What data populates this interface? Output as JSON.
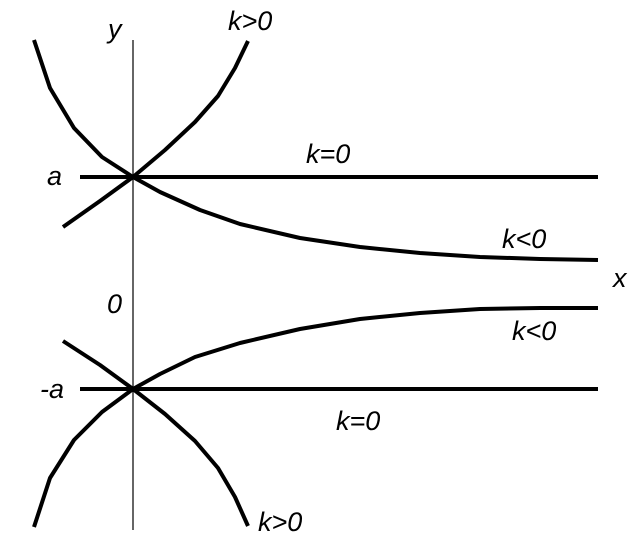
{
  "diagram": {
    "axes": {
      "x_label": "x",
      "y_label": "y",
      "origin_label": "0"
    },
    "levels": {
      "upper": "a",
      "lower": "-a"
    },
    "curve_labels": {
      "upper_k_pos": "k>0",
      "upper_k_zero": "k=0",
      "upper_k_neg": "k<0",
      "lower_k_neg": "k<0",
      "lower_k_zero": "k=0",
      "lower_k_pos": "k>0"
    },
    "colors": {
      "ink": "#000000",
      "background": "#ffffff"
    }
  }
}
